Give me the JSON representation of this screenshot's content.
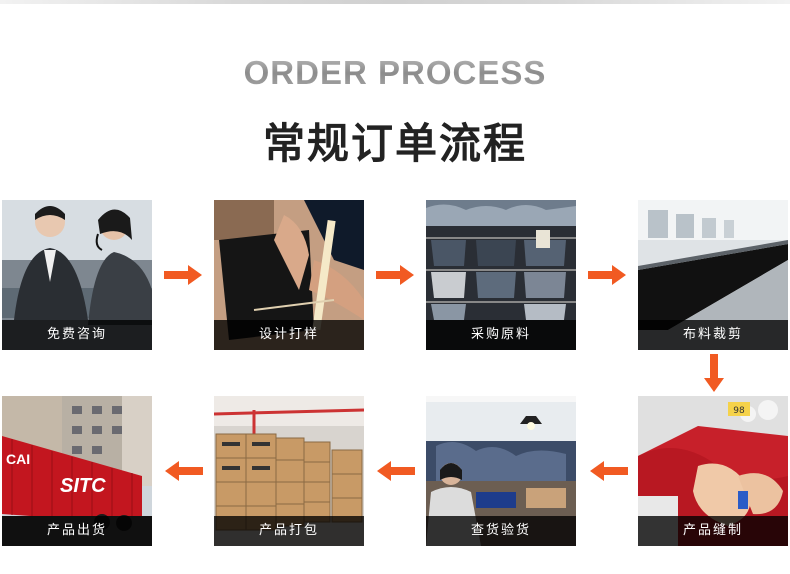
{
  "header": {
    "title_en": "ORDER PROCESS",
    "title_cn": "常规订单流程"
  },
  "colors": {
    "arrow": "#f15a22",
    "caption_bg": "#1a1a1a",
    "title_cn": "#222222",
    "title_en": "#9a9a9a"
  },
  "steps": [
    {
      "label": "免费咨询"
    },
    {
      "label": "设计打样"
    },
    {
      "label": "采购原料"
    },
    {
      "label": "布料裁剪"
    },
    {
      "label": "产品缝制"
    },
    {
      "label": "查货验货"
    },
    {
      "label": "产品打包"
    },
    {
      "label": "产品出货"
    }
  ],
  "photo_text": {
    "container_brand": "SITC",
    "container_partial": "CAI",
    "tag_text": "98"
  }
}
